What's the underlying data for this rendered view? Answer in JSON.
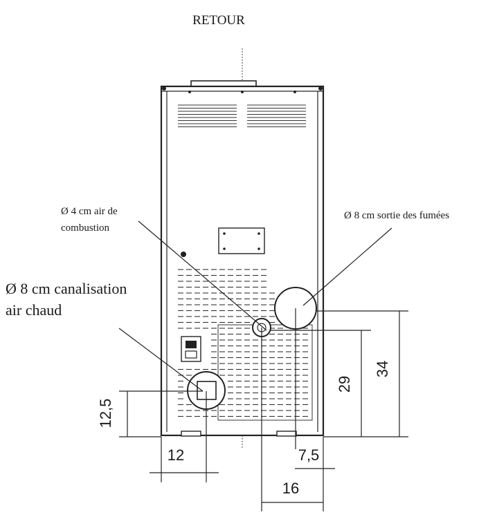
{
  "title": "RETOUR",
  "labels": {
    "combustion_air": [
      "Ø 4 cm air de",
      "combustion"
    ],
    "flue_outlet": "Ø 8 cm sortie des fumées",
    "hot_air_duct": [
      "Ø 8 cm canalisation",
      "air chaud"
    ]
  },
  "dimensions": {
    "hot_air_height": "12,5",
    "hot_air_side": "12",
    "combustion_air_side": "7,5",
    "flue_side": "16",
    "combustion_air_height": "29",
    "flue_height": "34"
  }
}
